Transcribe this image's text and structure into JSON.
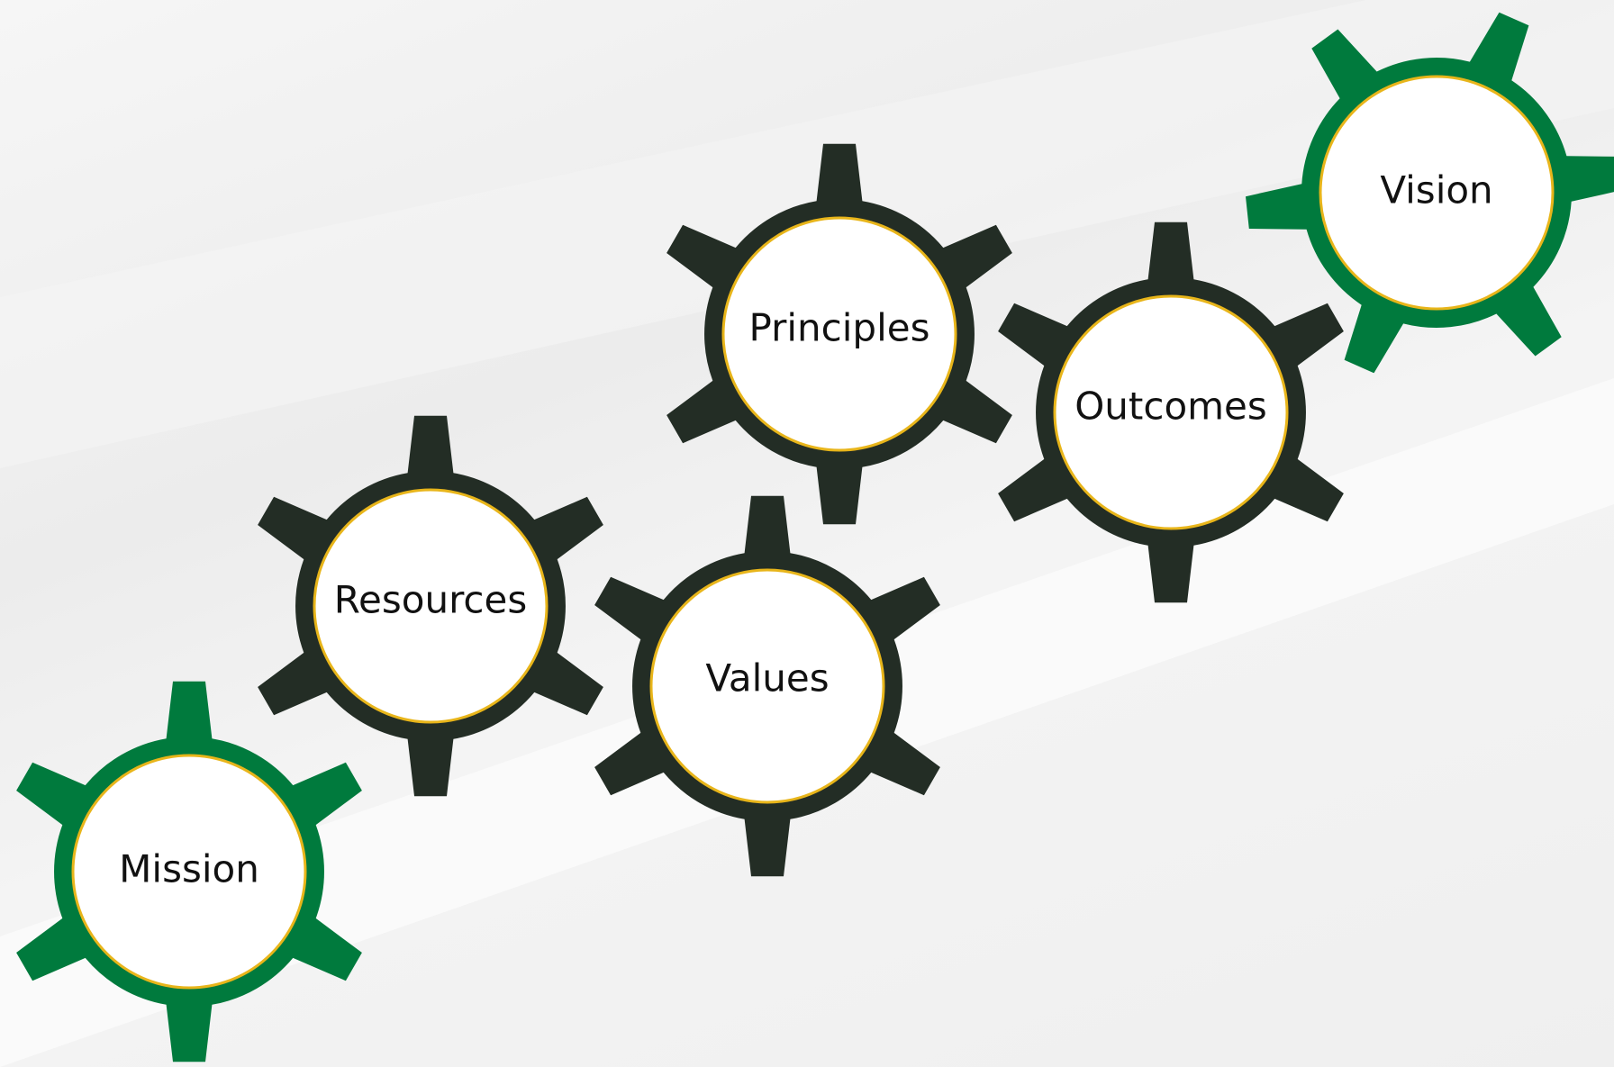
{
  "diagram": {
    "gears": [
      {
        "id": "mission",
        "label": "Mission",
        "color_role": "accent"
      },
      {
        "id": "resources",
        "label": "Resources",
        "color_role": "dark"
      },
      {
        "id": "values",
        "label": "Values",
        "color_role": "dark"
      },
      {
        "id": "principles",
        "label": "Principles",
        "color_role": "dark"
      },
      {
        "id": "outcomes",
        "label": "Outcomes",
        "color_role": "dark"
      },
      {
        "id": "vision",
        "label": "Vision",
        "color_role": "accent"
      }
    ]
  },
  "colors": {
    "accent": "#007a3d",
    "dark": "#232d25",
    "inner_fill": "#ffffff",
    "inner_border": "#e8b51a",
    "text": "#111111",
    "band": "#f9f9f9"
  }
}
